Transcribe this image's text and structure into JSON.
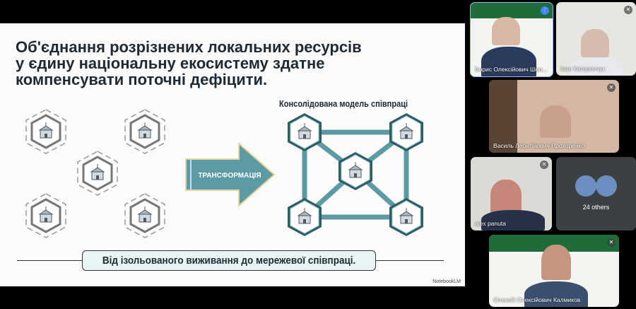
{
  "slide": {
    "title_lines": [
      "Об'єднання розрізнених локальних ресурсів",
      "у єдину національну екосистему здатне",
      "компенсувати поточні дефіцити."
    ],
    "subtitle": "Консолідована модель співпраці",
    "arrow_label": "ТРАНСФОРМАЦІЯ",
    "banner": "Від ізольованого виживання до мережевої співпраці.",
    "watermark": "NotebookLM",
    "colors": {
      "teal": "#5c9ba3",
      "dark": "#1f2a33",
      "grey": "#7a7f84"
    }
  },
  "participants": [
    {
      "name": "Борис Олексійович Шел...",
      "icon": "speaking-indicator-icon"
    },
    {
      "name": "Іван Катеренчук",
      "icon": "mic-off-icon"
    },
    {
      "name": "Василь Леонтійович Прохоренко",
      "icon": "mic-off-icon"
    },
    {
      "name": "alex panuta",
      "icon": "mic-off-icon"
    },
    {
      "name": "24 others"
    },
    {
      "name": "Олексій Олексійович Калмиков",
      "icon": "mic-off-icon"
    }
  ]
}
